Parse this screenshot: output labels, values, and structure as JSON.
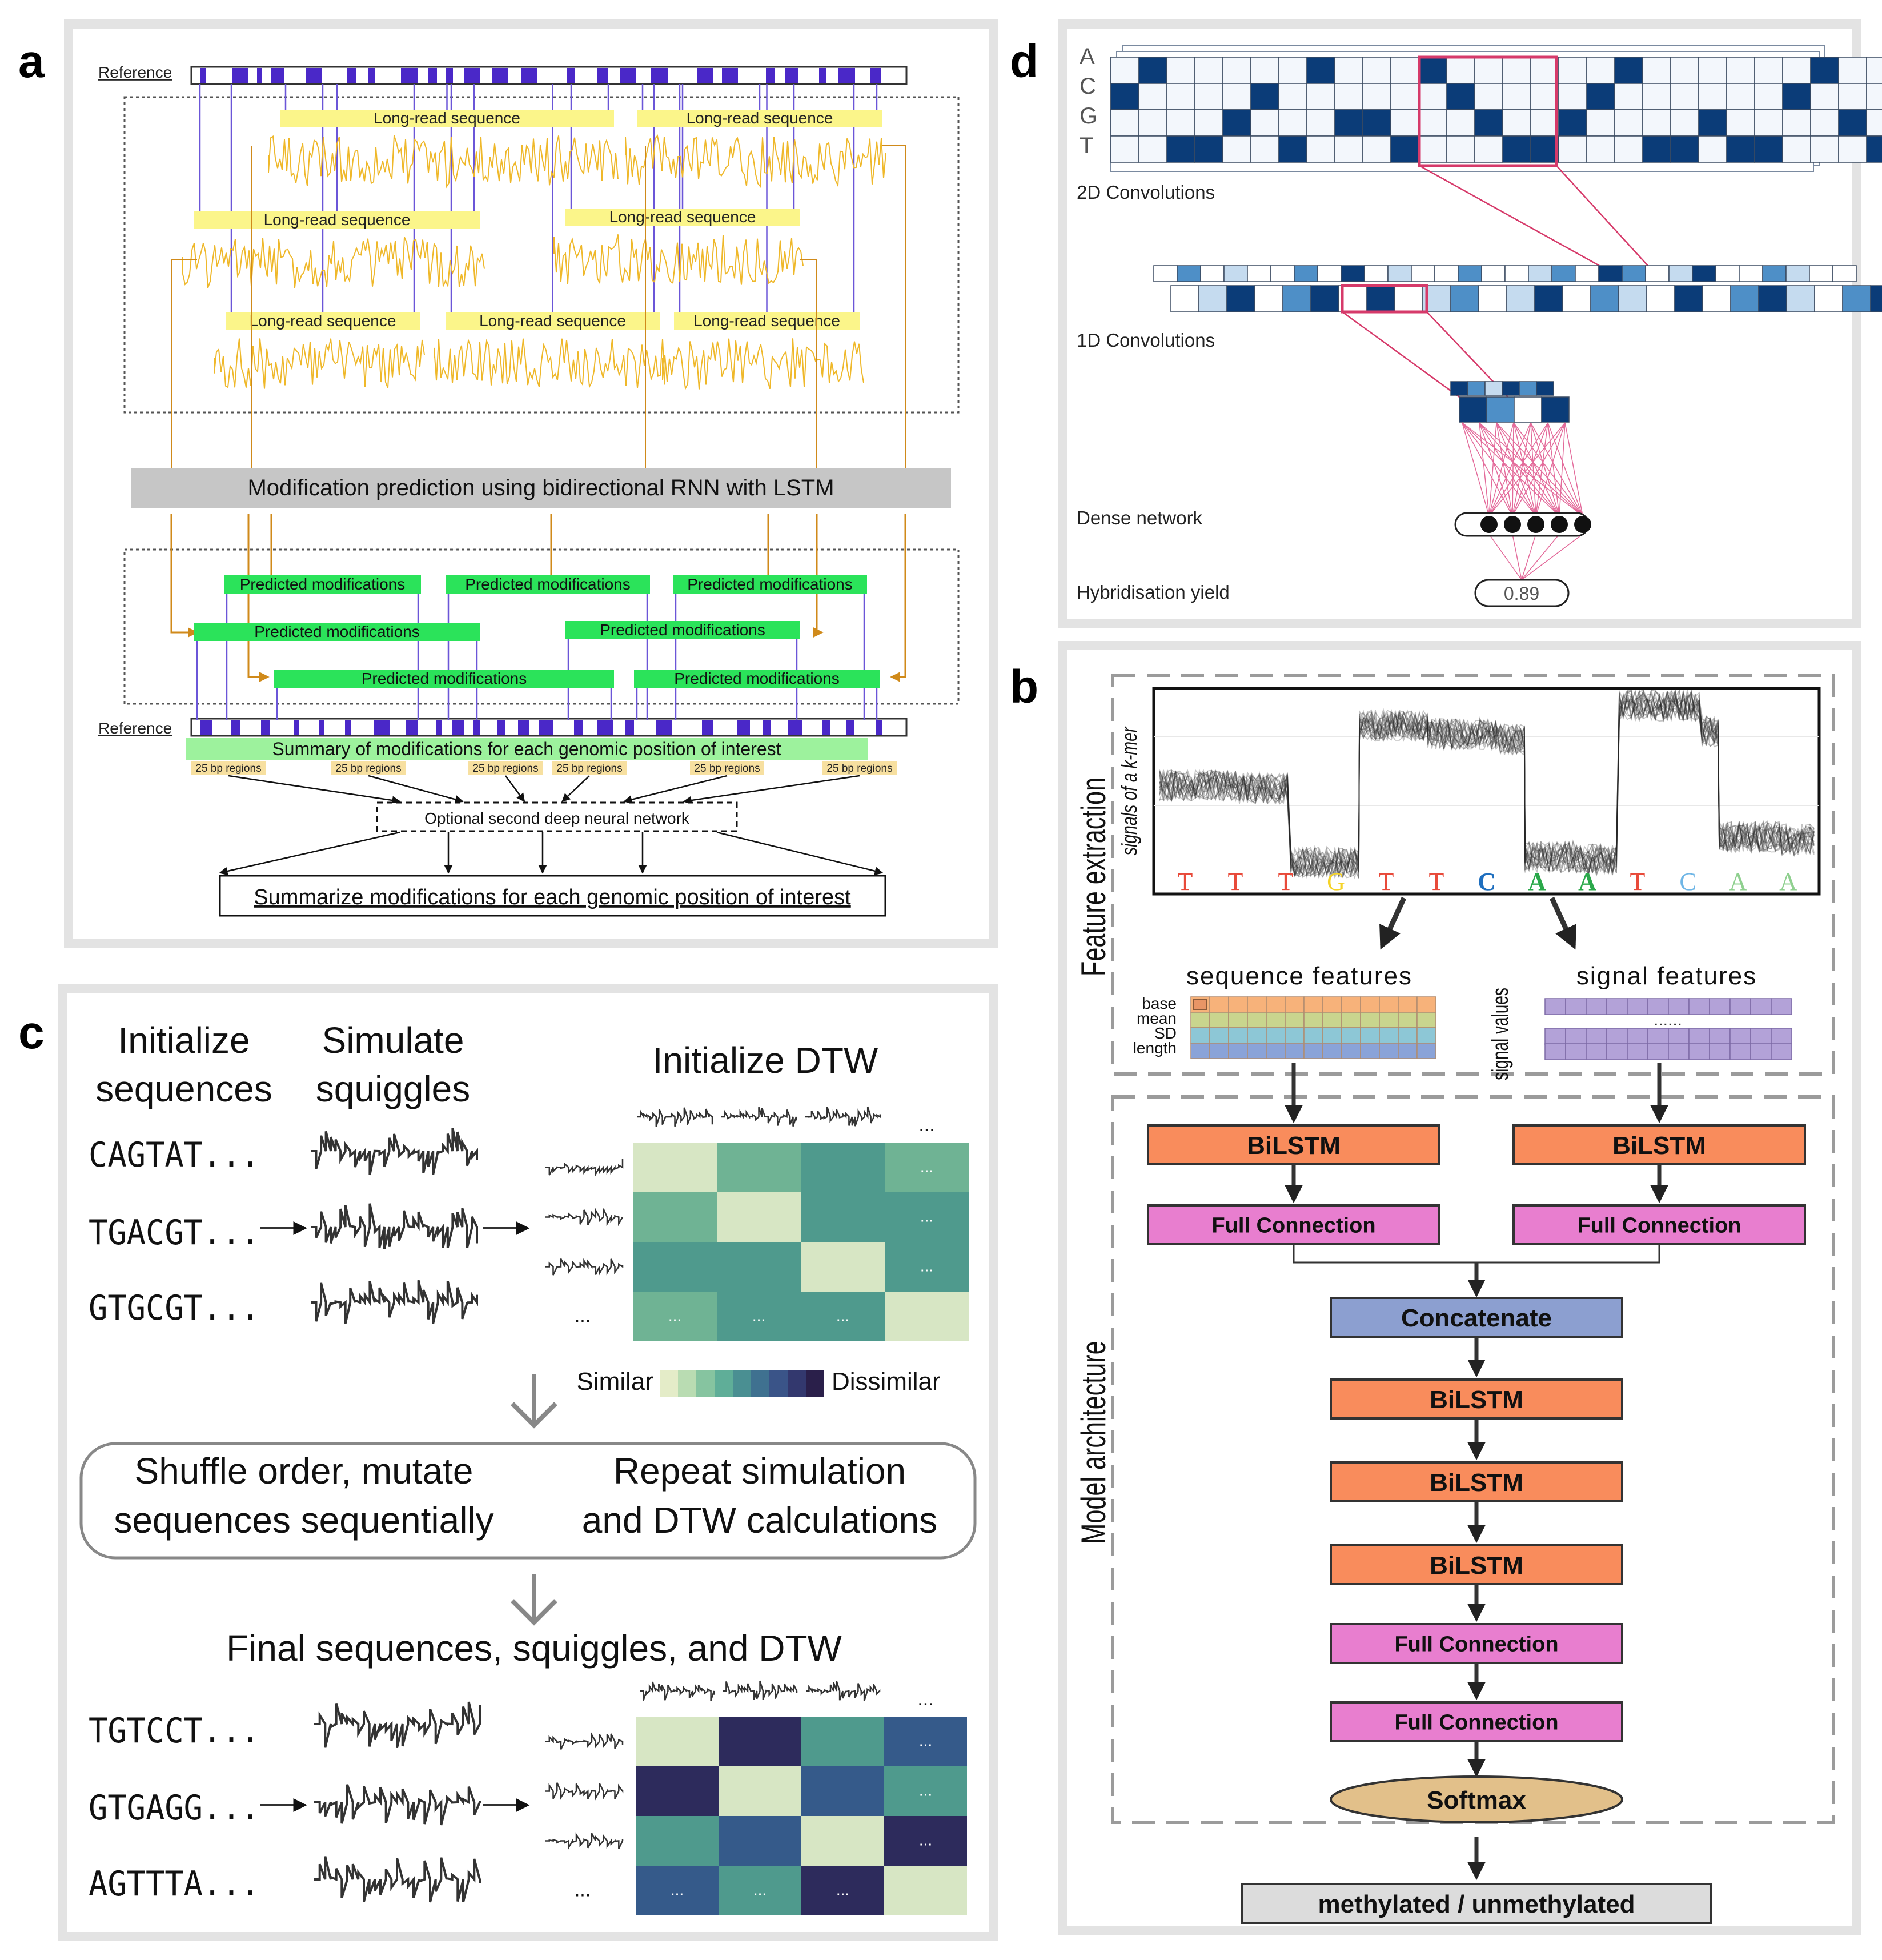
{
  "panels": {
    "a": "a",
    "b": "b",
    "c": "c",
    "d": "d"
  },
  "a": {
    "reference": "Reference",
    "long_read": "Long-read sequence",
    "rnn_bar": "Modification prediction using bidirectional RNN with LSTM",
    "predicted": "Predicted modifications",
    "summary": "Summary of modifications for each genomic position of interest",
    "region": "25 bp regions",
    "optional": "Optional second deep neural network",
    "summarize": "Summarize modifications for each genomic position of interest"
  },
  "b": {
    "feature_extraction": "Feature extraction",
    "model_architecture": "Model architecture",
    "kmer_label": "signals of a k-mer",
    "bases": [
      "T",
      "T",
      "T",
      "G",
      "T",
      "T",
      "C",
      "A",
      "A",
      "T",
      "C",
      "A",
      "A"
    ],
    "base_colors": [
      "#e84a3a",
      "#e84a3a",
      "#e84a3a",
      "#f5d327",
      "#e84a3a",
      "#e84a3a",
      "#1f6fbf",
      "#2aa84a",
      "#2aa84a",
      "#e84a3a",
      "#6fb6e6",
      "#8fd08f",
      "#8fd08f"
    ],
    "sequence_features": "sequence features",
    "signal_features": "signal features",
    "seq_rows": [
      "base",
      "mean",
      "SD",
      "length"
    ],
    "signal_values": "signal values",
    "ellipsis": "......",
    "bilstm": "BiLSTM",
    "full_connection": "Full Connection",
    "concatenate": "Concatenate",
    "softmax": "Softmax",
    "output": "methylated / unmethylated",
    "colors": {
      "bilstm": "#f98c5c",
      "fc": "#e87ecf",
      "concat": "#8c9fd0",
      "softmax": "#e2c08a",
      "output": "#dcdcdc"
    }
  },
  "c": {
    "init_seq": [
      "Initialize",
      "sequences"
    ],
    "simulate": [
      "Simulate",
      "squiggles"
    ],
    "init_dtw": "Initialize DTW",
    "seqs_init": [
      "CAGTAT...",
      "TGACGT...",
      "GTGCGT..."
    ],
    "similar": "Similar",
    "dissimilar": "Dissimilar",
    "shuffle": [
      "Shuffle order, mutate",
      "sequences sequentially"
    ],
    "repeat": [
      "Repeat simulation",
      "and DTW calculations"
    ],
    "final": "Final sequences, squiggles, and DTW",
    "seqs_final": [
      "TGTCCT...",
      "GTGAGG...",
      "AGTTTA..."
    ],
    "dots": "...",
    "scale_colors": [
      "#e4ecc8",
      "#b9dcb2",
      "#86c4a0",
      "#5fae98",
      "#4a8f92",
      "#3f7190",
      "#3a5488",
      "#33386e",
      "#2a1f4a"
    ],
    "grid_init": [
      [
        "#d7e6c4",
        "#6fb394",
        "#4f9a8d",
        "#6fb394"
      ],
      [
        "#6fb394",
        "#d7e6c4",
        "#4f9a8d",
        "#4f9a8d"
      ],
      [
        "#4f9a8d",
        "#4f9a8d",
        "#d7e6c4",
        "#4f9a8d"
      ],
      [
        "#6fb394",
        "#4f9a8d",
        "#4f9a8d",
        "#d7e6c4"
      ]
    ],
    "grid_final": [
      [
        "#d7e6c4",
        "#2d2b5c",
        "#4f9a8d",
        "#355a8a"
      ],
      [
        "#2d2b5c",
        "#d7e6c4",
        "#355a8a",
        "#4f9a8d"
      ],
      [
        "#4f9a8d",
        "#355a8a",
        "#d7e6c4",
        "#2d2b5c"
      ],
      [
        "#355a8a",
        "#4f9a8d",
        "#2d2b5c",
        "#d7e6c4"
      ]
    ]
  },
  "d": {
    "letters": [
      "A",
      "C",
      "G",
      "T"
    ],
    "conv2d": "2D Convolutions",
    "conv1d": "1D Convolutions",
    "dense": "Dense network",
    "yield_label": "Hybridisation yield",
    "yield_value": "0.89",
    "onehot": [
      1,
      0,
      3,
      3,
      2,
      1,
      3,
      0,
      2,
      2,
      3,
      0,
      1,
      2,
      3,
      3,
      2,
      1,
      0,
      3,
      3,
      2,
      3,
      3,
      1,
      0,
      2,
      3,
      2,
      3,
      1,
      0
    ],
    "conv1d_top": [
      0,
      2,
      0,
      1,
      0,
      0,
      2,
      0,
      3,
      0,
      1,
      0,
      0,
      2,
      0,
      0,
      1,
      2,
      0,
      3,
      2,
      0,
      1,
      3,
      0,
      0,
      2,
      1,
      0,
      0
    ],
    "conv1d_bottom": [
      0,
      1,
      3,
      0,
      2,
      3,
      0,
      3,
      0,
      1,
      2,
      0,
      1,
      3,
      0,
      2,
      1,
      0,
      3,
      0,
      2,
      3,
      1,
      0,
      2,
      3,
      1,
      0,
      2,
      3
    ]
  }
}
